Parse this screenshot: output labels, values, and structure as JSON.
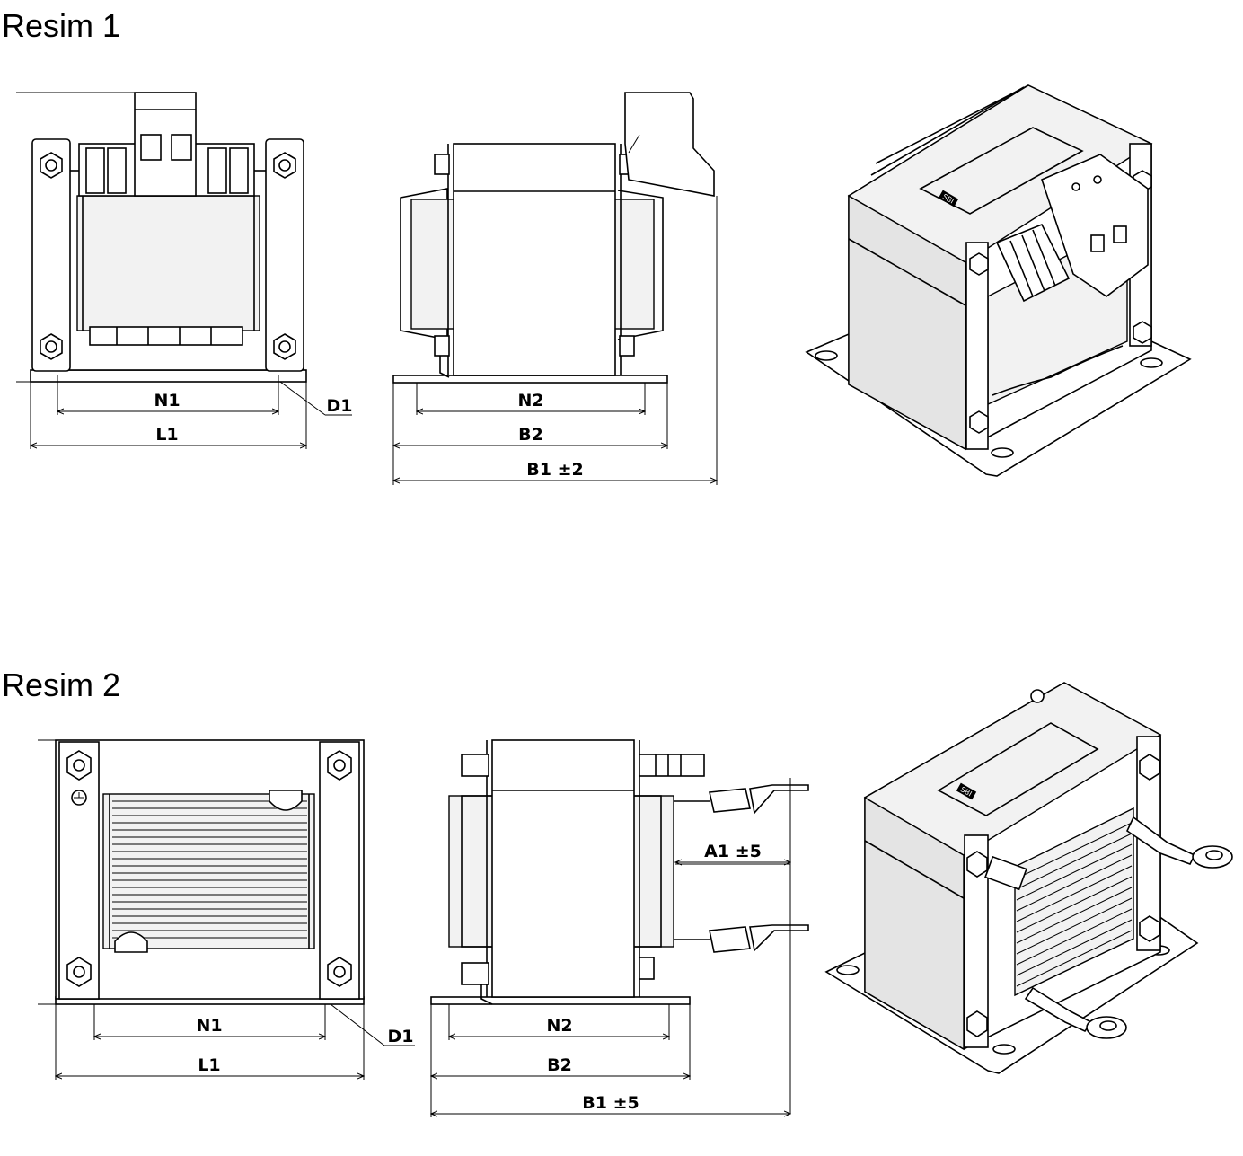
{
  "figures": [
    {
      "title": "Resim 1",
      "front": {
        "width_label": "L1",
        "hole_spacing_label": "N1",
        "hole_label": "D1"
      },
      "side": {
        "depth_label": "B2",
        "hole_spacing_label": "N2",
        "total_label": "B1 ±2"
      },
      "iso_badge": "SBI"
    },
    {
      "title": "Resim 2",
      "front": {
        "width_label": "L1",
        "hole_spacing_label": "N1",
        "hole_label": "D1"
      },
      "side": {
        "depth_label": "B2",
        "hole_spacing_label": "N2",
        "total_label": "B1 ±5",
        "terminal_label": "A1 ±5"
      },
      "iso_badge": "SBI"
    }
  ]
}
